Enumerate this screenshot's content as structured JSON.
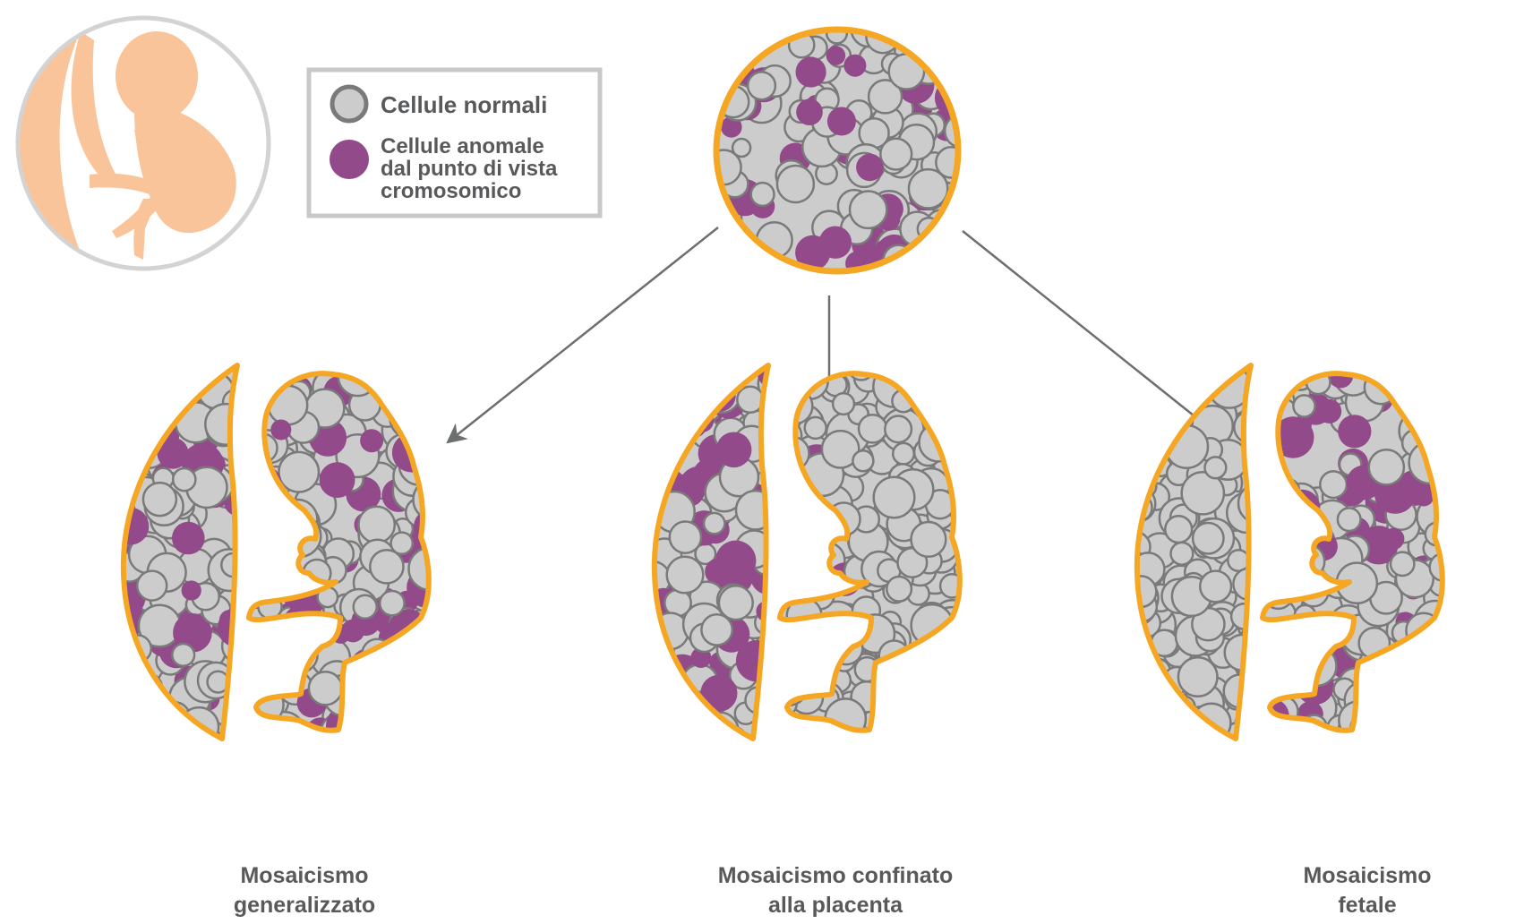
{
  "colors": {
    "normal_cell_fill": "#cccccc",
    "normal_cell_stroke": "#7a7a7a",
    "abnormal_cell": "#924a8a",
    "outline": "#f5a623",
    "embryo_skin": "#f9c49a",
    "frame_gray": "#cfcfcf",
    "arrow": "#6d6e70",
    "text": "#58595b"
  },
  "icons": {
    "embryo": "embryo-icon",
    "cell_cluster": "cell-cluster-icon",
    "normal_cell": "normal-cell-icon",
    "abnormal_cell": "abnormal-cell-icon"
  },
  "legend": {
    "normal": "Cellule normali",
    "abnormal_lines": [
      "Cellule anomale",
      "dal punto di vista",
      "cromosomico"
    ]
  },
  "panels": [
    {
      "caption_lines": [
        "Mosaicismo",
        "generalizzato"
      ],
      "abnormal_in_placenta": 0.35,
      "abnormal_in_fetus": 0.3
    },
    {
      "caption_lines": [
        "Mosaicismo confinato",
        "alla placenta"
      ],
      "abnormal_in_placenta": 0.35,
      "abnormal_in_fetus": 0.02
    },
    {
      "caption_lines": [
        "Mosaicismo",
        "fetale"
      ],
      "abnormal_in_placenta": 0,
      "abnormal_in_fetus": 0.3
    }
  ]
}
